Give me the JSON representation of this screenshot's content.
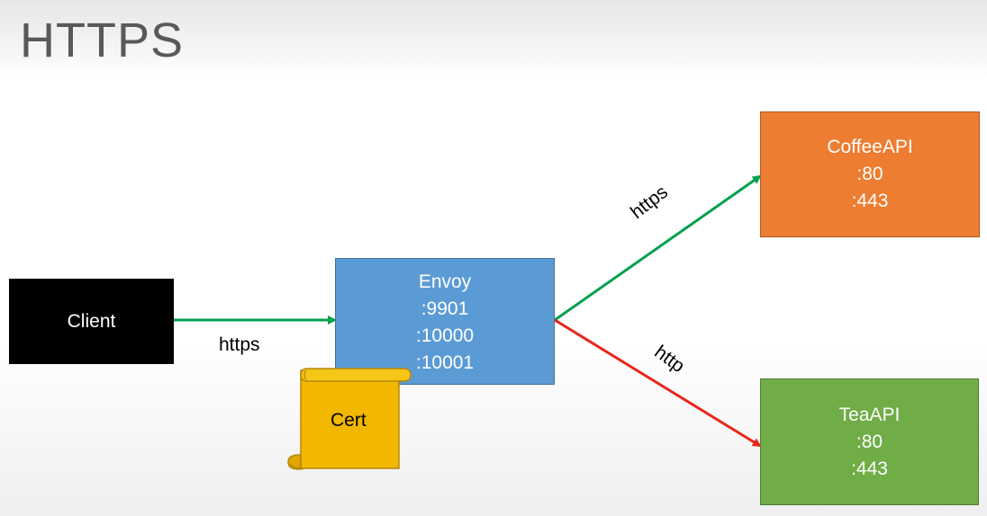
{
  "title": "HTTPS",
  "nodes": {
    "client": {
      "label": "Client"
    },
    "envoy": {
      "label": "Envoy",
      "ports": [
        ":9901",
        ":10000",
        ":10001"
      ]
    },
    "coffee": {
      "label": "CoffeeAPI",
      "ports": [
        ":80",
        ":443"
      ]
    },
    "tea": {
      "label": "TeaAPI",
      "ports": [
        ":80",
        ":443"
      ]
    },
    "cert": {
      "label": "Cert"
    }
  },
  "edges": {
    "client_envoy": {
      "label": "https",
      "color": "#00a04e"
    },
    "envoy_coffee": {
      "label": "https",
      "color": "#00a04e"
    },
    "envoy_tea": {
      "label": "http",
      "color": "#e8251a"
    }
  },
  "colors": {
    "client": "#000000",
    "envoy": "#5b9bd5",
    "coffee": "#ed7d31",
    "tea": "#70ad47",
    "cert": "#f2b800"
  }
}
